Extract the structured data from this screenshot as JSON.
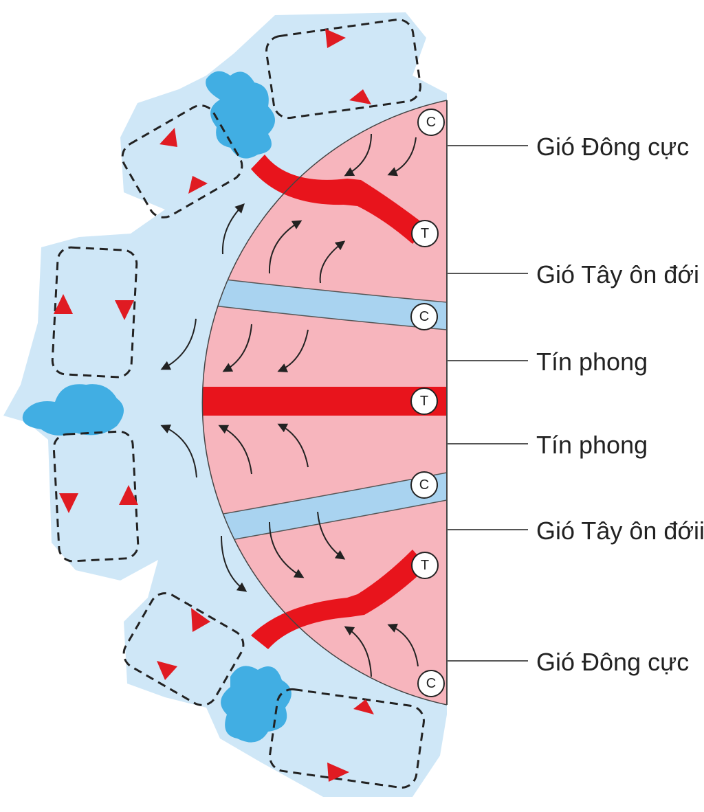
{
  "labels": {
    "polar_east_north": "Gió Đông cực",
    "westerlies_north": "Gió Tây ôn đới",
    "trade_north": "Tín phong",
    "trade_south": "Tín phong",
    "westerlies_south": "Gió Tây ôn đớii",
    "polar_east_south": "Gió Đông cực"
  },
  "markers": {
    "high_pressure": "C",
    "low_pressure": "T"
  },
  "colors": {
    "hemisphere_fill": "#f7b5bd",
    "low_pressure_belt": "#e8141c",
    "high_pressure_belt": "#a9d3f0",
    "atmosphere": "#cfe7f7",
    "cloud": "#41aee3",
    "cell_arrow": "#e01b22",
    "wind_arrow": "#222222"
  }
}
